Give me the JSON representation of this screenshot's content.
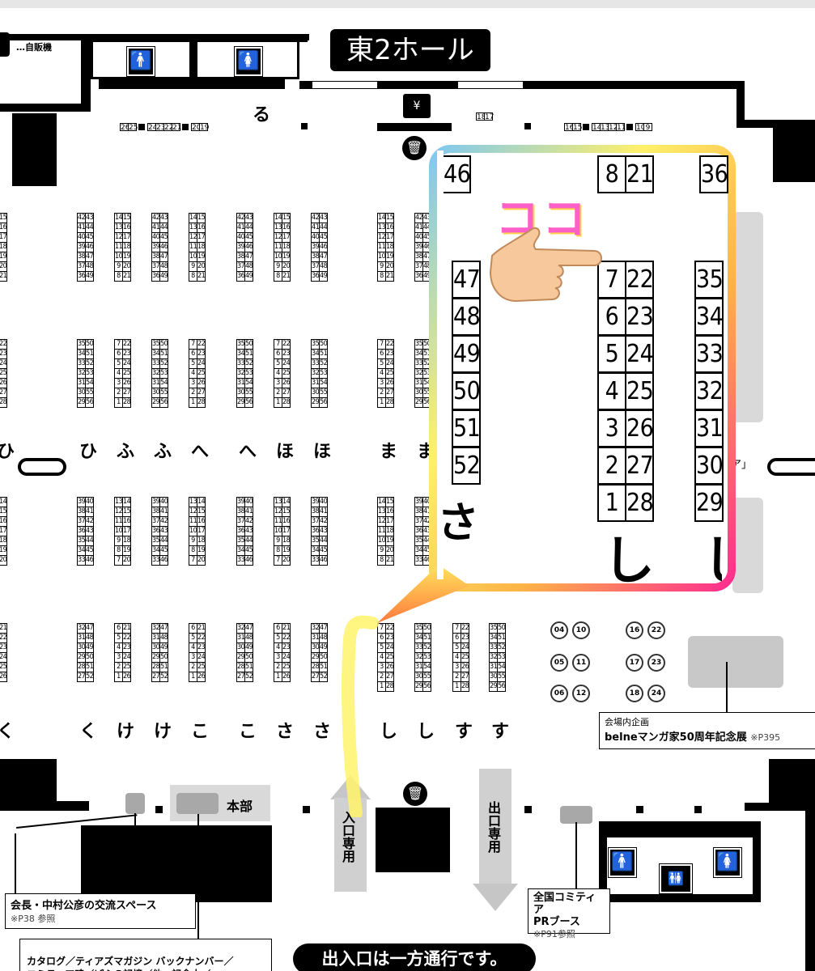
{
  "map": {
    "hall_title": "東2ホール",
    "vending_legend": "…自販機",
    "row_ru_label": "る",
    "top_booths_left": [
      "26",
      "25",
      "24",
      "23",
      "22",
      "21",
      "20",
      "19"
    ],
    "top_booths_mid": [
      "18",
      "17"
    ],
    "top_booths_right": [
      "16",
      "15",
      "14",
      "13",
      "12",
      "11",
      "10",
      "9"
    ],
    "pointer_text": "ココ",
    "big_col_sa": [
      "47",
      "48",
      "49",
      "50",
      "51",
      "52"
    ],
    "big_col_sa_top": "46",
    "big_col_shi_top": [
      "8",
      "21"
    ],
    "big_col_shi": [
      [
        "7",
        "22"
      ],
      [
        "6",
        "23"
      ],
      [
        "5",
        "24"
      ],
      [
        "4",
        "25"
      ],
      [
        "3",
        "26"
      ],
      [
        "2",
        "27"
      ],
      [
        "1",
        "28"
      ]
    ],
    "big_col_right": [
      "35",
      "34",
      "33",
      "32",
      "31",
      "30",
      "29"
    ],
    "big_col_right_top": "36",
    "big_label_sa": "さ",
    "big_label_shi": "し",
    "row_labels_mid": [
      "ひ",
      "ひ",
      "ふ",
      "ふ",
      "へ",
      "へ",
      "ほ",
      "ほ",
      "ま",
      "ま"
    ],
    "row_labels_bottom": [
      "く",
      "く",
      "け",
      "け",
      "こ",
      "こ",
      "さ",
      "さ",
      "し",
      "し",
      "す",
      "す"
    ],
    "block_a_pair": [
      [
        "14",
        "15"
      ],
      [
        "13",
        "16"
      ],
      [
        "12",
        "17"
      ],
      [
        "11",
        "18"
      ],
      [
        "10",
        "19"
      ],
      [
        "9",
        "20"
      ],
      [
        "8",
        "21"
      ]
    ],
    "block_a_single": [
      [
        "42",
        "43"
      ],
      [
        "41",
        "44"
      ],
      [
        "40",
        "45"
      ],
      [
        "39",
        "46"
      ],
      [
        "38",
        "47"
      ],
      [
        "37",
        "48"
      ],
      [
        "36",
        "49"
      ]
    ],
    "block_b_pair": [
      [
        "7",
        "22"
      ],
      [
        "6",
        "23"
      ],
      [
        "5",
        "24"
      ],
      [
        "4",
        "25"
      ],
      [
        "3",
        "26"
      ],
      [
        "2",
        "27"
      ],
      [
        "1",
        "28"
      ]
    ],
    "block_b_single": [
      [
        "35",
        "50"
      ],
      [
        "34",
        "51"
      ],
      [
        "33",
        "52"
      ],
      [
        "32",
        "53"
      ],
      [
        "31",
        "54"
      ],
      [
        "30",
        "55"
      ],
      [
        "29",
        "56"
      ]
    ],
    "block_c_pair": [
      [
        "13",
        "14"
      ],
      [
        "12",
        "15"
      ],
      [
        "11",
        "16"
      ],
      [
        "10",
        "17"
      ],
      [
        "9",
        "18"
      ],
      [
        "8",
        "19"
      ],
      [
        "7",
        "20"
      ]
    ],
    "block_c_single": [
      [
        "39",
        "40"
      ],
      [
        "38",
        "41"
      ],
      [
        "37",
        "42"
      ],
      [
        "36",
        "43"
      ],
      [
        "35",
        "44"
      ],
      [
        "34",
        "45"
      ],
      [
        "33",
        "46"
      ]
    ],
    "block_d_pair": [
      [
        "6",
        "21"
      ],
      [
        "5",
        "22"
      ],
      [
        "4",
        "23"
      ],
      [
        "3",
        "24"
      ],
      [
        "2",
        "25"
      ],
      [
        "1",
        "26"
      ]
    ],
    "block_d_single": [
      [
        "32",
        "47"
      ],
      [
        "31",
        "48"
      ],
      [
        "30",
        "49"
      ],
      [
        "29",
        "50"
      ],
      [
        "28",
        "51"
      ],
      [
        "27",
        "52"
      ]
    ],
    "block_e_pair": [
      [
        "14",
        "15"
      ],
      [
        "13",
        "16"
      ],
      [
        "12",
        "17"
      ],
      [
        "11",
        "18"
      ],
      [
        "10",
        "19"
      ],
      [
        "9",
        "20"
      ],
      [
        "8",
        "21"
      ]
    ],
    "block_e_x": [
      [
        "7",
        "22"
      ],
      [
        "6",
        "23"
      ],
      [
        "5",
        "24"
      ],
      [
        "4",
        "25"
      ],
      [
        "3",
        "26"
      ],
      [
        "2",
        "27"
      ],
      [
        "1",
        "28"
      ]
    ],
    "block_e_y": [
      [
        "35",
        "50"
      ],
      [
        "34",
        "51"
      ],
      [
        "33",
        "52"
      ],
      [
        "32",
        "53"
      ],
      [
        "31",
        "54"
      ],
      [
        "30",
        "55"
      ],
      [
        "29",
        "56"
      ]
    ],
    "circles": [
      "04",
      "10",
      "16",
      "22",
      "05",
      "11",
      "17",
      "23",
      "06",
      "12",
      "18",
      "24"
    ],
    "honbu_label": "本部",
    "entrance_label": "入口専用",
    "exit_label": "出口専用",
    "event_title": "会場内企画",
    "event_name": "belneマンガ家50周年記念展",
    "event_ref": "※P395",
    "chairman_title": "会長・中村公彦の交流スペース",
    "chairman_ref": "※P38 参照",
    "comitia_pr_title": "全国コミティア\nPRブース",
    "comitia_pr_ref": "※P91参照",
    "catalog_note": "カタログ／ティアズマガジン バックナンバー／\nコミティア魂／ぱふの記憶／他、記念本／",
    "one_way_banner": "出入口は一方通行です。",
    "side_fragment": "ア」",
    "left_edge_labels": [
      "ひ",
      "く"
    ]
  }
}
